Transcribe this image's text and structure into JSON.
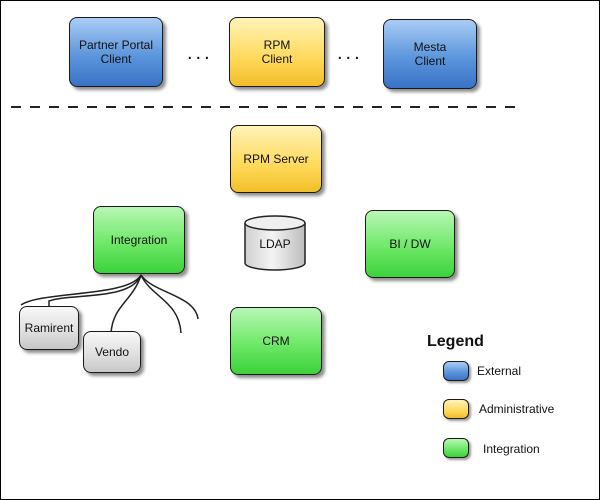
{
  "top": {
    "partner_portal": "Partner Portal\nClient",
    "rpm_client": "RPM\nClient",
    "mesta_client": "Mesta\nClient",
    "ellipsis_left": "...",
    "ellipsis_right": "..."
  },
  "server": {
    "rpm_server": "RPM Server",
    "integration": "Integration",
    "ldap": "LDAP",
    "bi_dw": "BI / DW",
    "crm": "CRM",
    "ramirent": "Ramirent",
    "vendo": "Vendo"
  },
  "legend": {
    "title": "Legend",
    "items": [
      {
        "label": "External",
        "color": "#5c96dc"
      },
      {
        "label": "Administrative",
        "color": "#ffd95a"
      },
      {
        "label": "Integration",
        "color": "#6ee868"
      }
    ]
  }
}
